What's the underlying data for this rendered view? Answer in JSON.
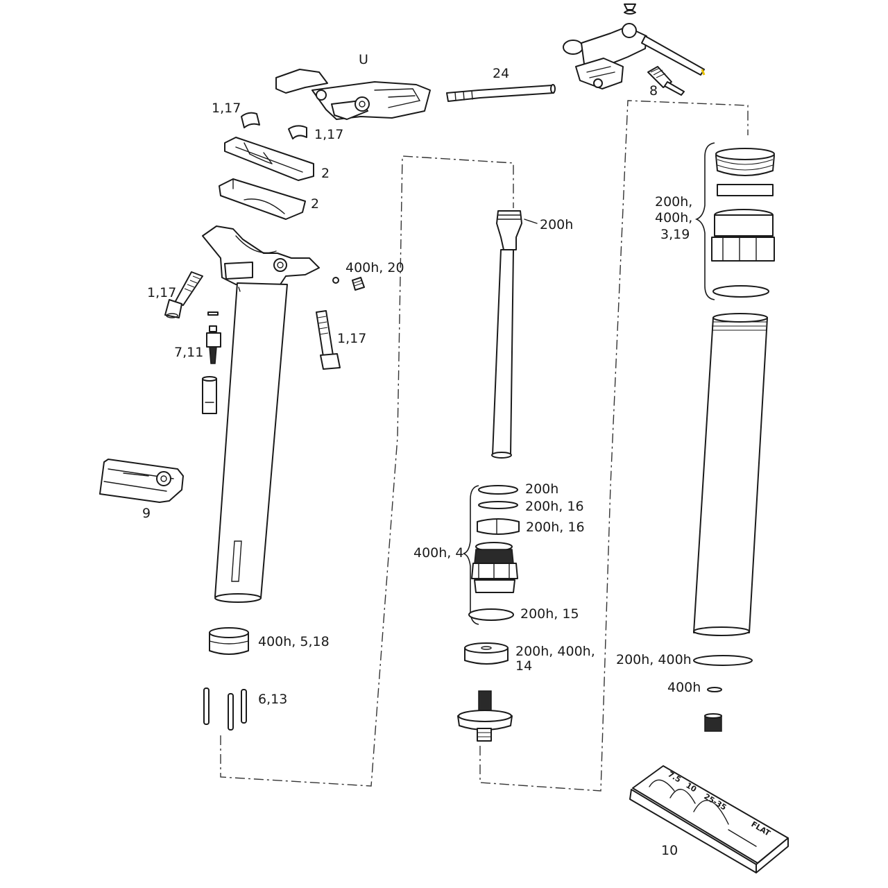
{
  "labels": {
    "remote_lever": "U",
    "cable_rod": "24",
    "barrel_adjuster": "8",
    "clamp_cup_left": "1,17",
    "clamp_cup_right": "1,17",
    "saddle_clamp_top": "2",
    "saddle_clamp_bottom": "2",
    "air_valve_cap": "400h, 20",
    "head_bolt_left": "1,17",
    "head_bolt_right": "1,17",
    "air_valve": "7,11",
    "seatpost_collar": "9",
    "cartridge": "200h",
    "top_cap_group": "200h,\n400h,\n3,19",
    "seal_1": "200h",
    "seal_2": "200h, 16",
    "seal_3": "200h, 16",
    "seal_head_group": "400h, 4",
    "seal_4": "200h, 15",
    "bushing": "400h, 5,18",
    "spacer": "200h, 400h,\n14",
    "keys": "6,13",
    "lower_ring": "200h, 400h",
    "small_oring": "400h",
    "vise_block": "10"
  },
  "tool_markings": [
    "7.5",
    "10",
    "25-35",
    "FLAT"
  ],
  "colors": {
    "line": "#1a1a1a",
    "background": "#ffffff",
    "cable_tip": "#e8c200"
  }
}
